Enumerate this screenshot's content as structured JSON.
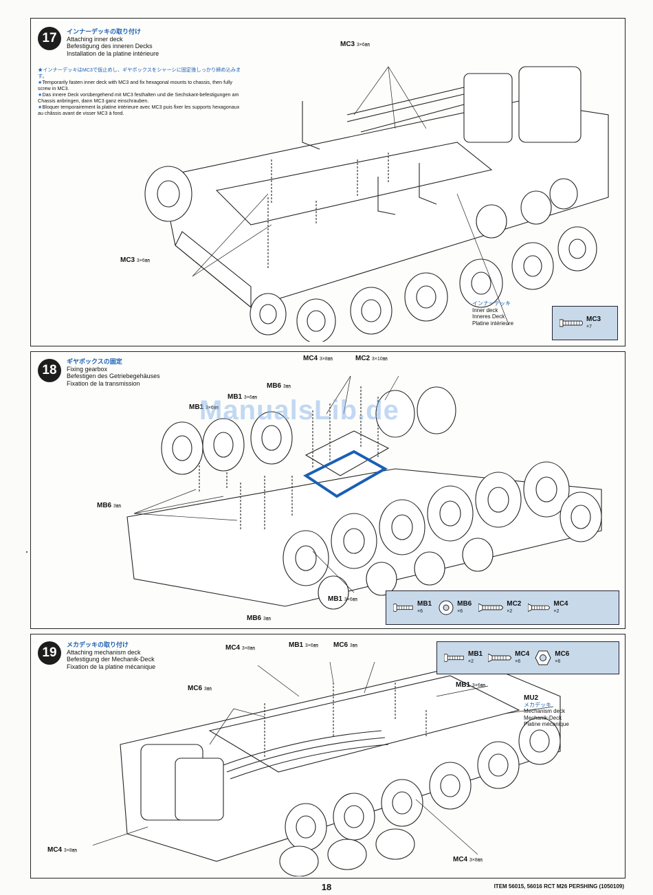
{
  "page_number": "18",
  "item_line": "ITEM 56015, 56016  RCT M26 PERSHING (1050109)",
  "watermark": "ManualsLib.de",
  "steps": [
    {
      "number": "17",
      "title_jp": "インナーデッキの取り付け",
      "title_en": "Attaching inner deck",
      "title_de": "Befestigung des inneren Decks",
      "title_fr": "Installation de la platine intérieure",
      "notes": [
        "★インナーデッキはMC3で仮止めし、ギヤボックスをシャーシに固定後しっかり締め込みます。",
        "★Temporarily fasten inner deck with MC3 and fix hexagonal mounts to chassis, then fully screw in MC3.",
        "★Das innere Deck vorübergehend mit MC3 festhalten und die Sechskant-befestigungen am Chassis anbringen, dann MC3 ganz einschrauben.",
        "★Bloquer temporairement la platine intérieure avec MC3 puis fixer les supports hexagonaux au châssis avant de visser MC3 à fond."
      ],
      "callout_top": {
        "name": "MC3",
        "size": "3×6㎜"
      },
      "callout_left": {
        "name": "MC3",
        "size": "3×6㎜"
      },
      "deck_label": [
        "インナーデッキ",
        "Inner deck",
        "Inneres Deck",
        "Platine intérieure"
      ],
      "parts": [
        {
          "name": "MC3",
          "qty": "×7"
        }
      ]
    },
    {
      "number": "18",
      "title_jp": "ギヤボックスの固定",
      "title_en": "Fixing gearbox",
      "title_de": "Befestigen des Getriebegehäuses",
      "title_fr": "Fixation de la transmission",
      "callouts": [
        {
          "name": "MC4",
          "size": "3×8㎜"
        },
        {
          "name": "MC2",
          "size": "3×10㎜"
        },
        {
          "name": "MB6",
          "size": "3㎜"
        },
        {
          "name": "MB1",
          "size": "3×6㎜"
        },
        {
          "name": "MB1",
          "size": "3×6㎜"
        },
        {
          "name": "MB6",
          "size": "3㎜"
        },
        {
          "name": "MB1",
          "size": "3×6㎜"
        },
        {
          "name": "MB6",
          "size": "3㎜"
        }
      ],
      "parts": [
        {
          "name": "MB1",
          "qty": "×6"
        },
        {
          "name": "MB6",
          "qty": "×6"
        },
        {
          "name": "MC2",
          "qty": "×2"
        },
        {
          "name": "MC4",
          "qty": "×2"
        }
      ]
    },
    {
      "number": "19",
      "title_jp": "メカデッキの取り付け",
      "title_en": "Attaching mechanism deck",
      "title_de": "Befestigung der Mechanik-Deck",
      "title_fr": "Fixation de la platine mécanique",
      "callouts": [
        {
          "name": "MC4",
          "size": "3×8㎜"
        },
        {
          "name": "MB1",
          "size": "3×6㎜"
        },
        {
          "name": "MC6",
          "size": "3㎜"
        },
        {
          "name": "MC6",
          "size": "3㎜"
        },
        {
          "name": "MB1",
          "size": "3×6㎜"
        },
        {
          "name": "MC4",
          "size": "3×8㎜"
        },
        {
          "name": "MC4",
          "size": "3×8㎜"
        }
      ],
      "deck_label": [
        "MU2",
        "メカデッキ",
        "Mechanism deck",
        "Mechanik-Deck",
        "Platine mécanique"
      ],
      "parts": [
        {
          "name": "MB1",
          "qty": "×2"
        },
        {
          "name": "MC4",
          "qty": "×6"
        },
        {
          "name": "MC6",
          "qty": "×6"
        }
      ]
    }
  ]
}
